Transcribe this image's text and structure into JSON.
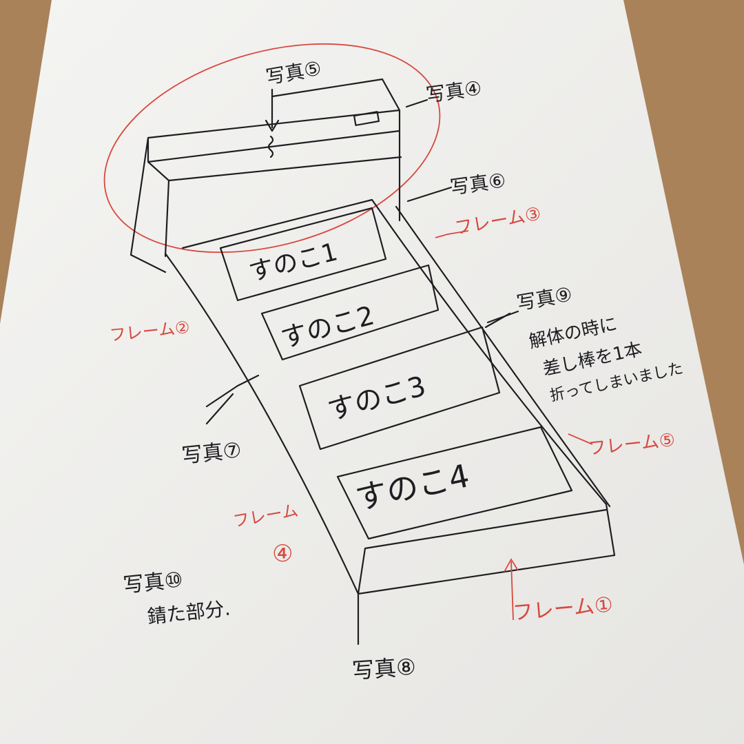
{
  "colors": {
    "paper": "#f2f2f0",
    "wood": "#a9825a",
    "ink": "#1e1e22",
    "red_pen": "#d8483e"
  },
  "labels": {
    "photo5": "写真⑤",
    "photo4": "写真④",
    "photo6": "写真⑥",
    "frame3": "フレーム③",
    "slat1": "すのこ1",
    "slat2": "すのこ2",
    "slat3": "すのこ3",
    "slat4": "すのこ4",
    "photo9": "写真⑨",
    "note_line1": "解体の時に",
    "note_line2": "差し棒を1本",
    "note_line3": "折ってしまいました",
    "frame2": "フレーム②",
    "photo7": "写真⑦",
    "frame5": "フレーム⑤",
    "frame4_a": "フレーム",
    "frame4_b": "④",
    "photo10": "写真⑩",
    "rust": "錆た部分.",
    "photo8": "写真⑧",
    "frame1": "フレーム①"
  }
}
